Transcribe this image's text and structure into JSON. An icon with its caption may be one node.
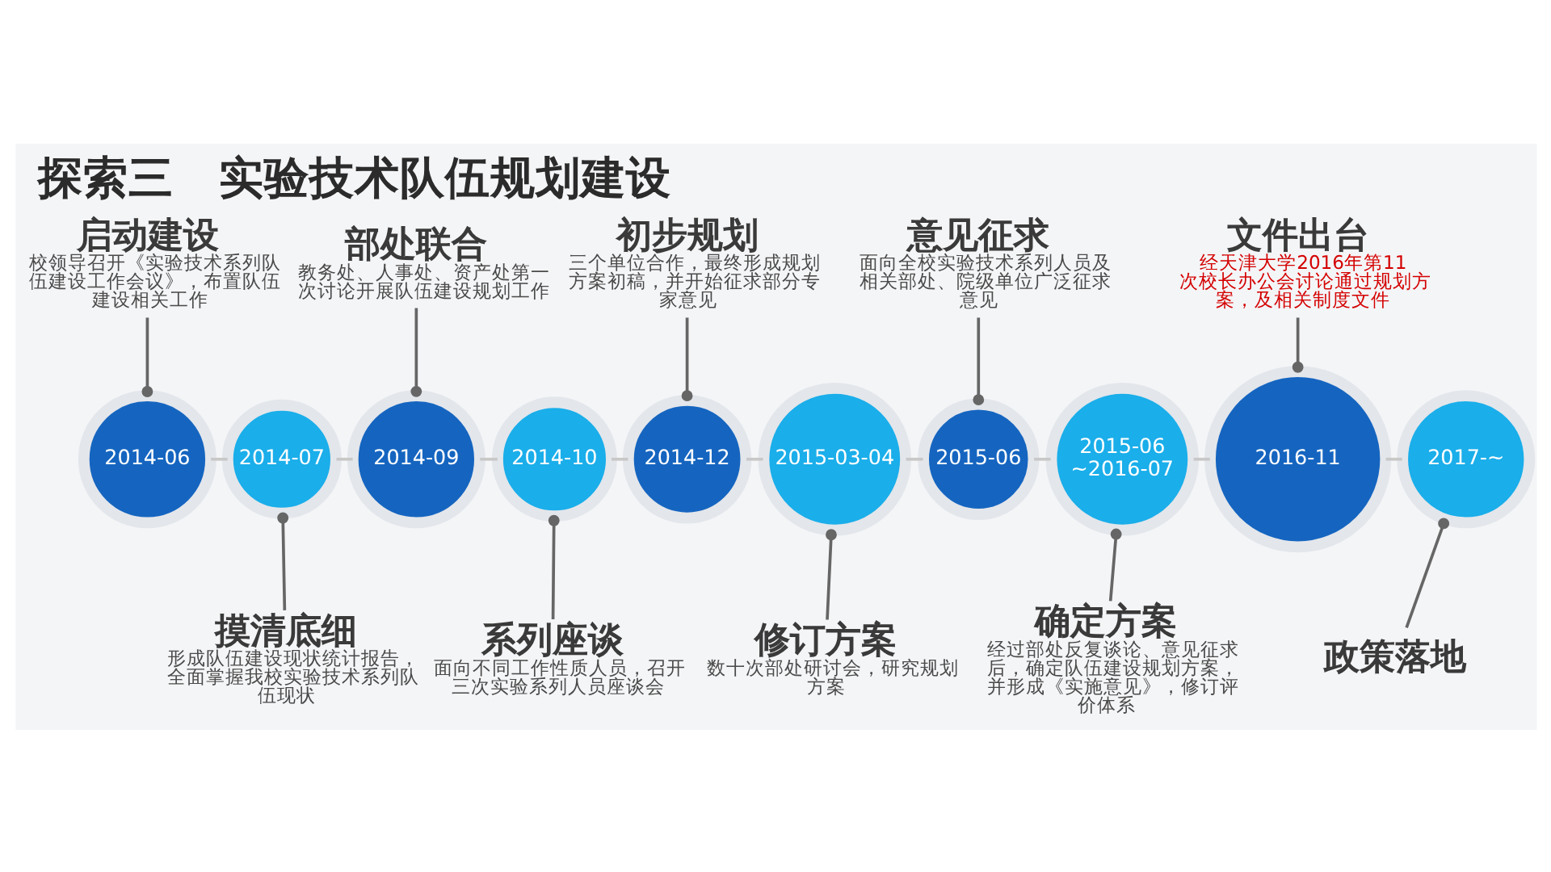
{
  "diagram": {
    "title": "探索三　实验技术队伍规划建设",
    "nodes": [
      {
        "text": [
          "2014-06"
        ]
      },
      {
        "text": [
          "2014-07"
        ]
      },
      {
        "text": [
          "2014-09"
        ]
      },
      {
        "text": [
          "2014-10"
        ]
      },
      {
        "text": [
          "2014-12"
        ]
      },
      {
        "text": [
          "2015-03-04"
        ]
      },
      {
        "text": [
          "2015-06"
        ]
      },
      {
        "text": [
          "2015-06 ~2016-07"
        ]
      },
      {
        "text": [
          "2016-11"
        ]
      },
      {
        "text": [
          "2017-~"
        ]
      },
      {
        "text": [
          "启动建设",
          "校领导召开《实验技术系列队伍建设工作会议》，布置队伍建设相关工作"
        ]
      },
      {
        "text": [
          "摸清底细",
          "形成队伍建设现状统计报告，全面掌握我校实验技术系列队伍现状"
        ]
      },
      {
        "text": [
          "部处联合",
          "教务处、人事处、资产处第一次讨论开展队伍建设规划工作"
        ]
      },
      {
        "text": [
          "系列座谈",
          "面向不同工作性质人员，召开三次实验系列人员座谈会"
        ]
      },
      {
        "text": [
          "初步规划",
          "三个单位合作，最终形成规划方案初稿，并开始征求部分专家意见"
        ]
      },
      {
        "text": [
          "修订方案",
          "数十次部处研讨会，研究规划方案"
        ]
      },
      {
        "text": [
          "意见征求",
          "面向全校实验技术系列人员及相关部处、院级单位广泛征求意见"
        ]
      },
      {
        "text": [
          "确定方案",
          "经过部处反复谈论、意见征求后，确定队伍建设规划方案，并形成《实施意见》，修订评价体系"
        ]
      },
      {
        "text": [
          "文件出台",
          "经天津大学2016年第11次校长办公会讨论通过规划方案，及相关制度文件"
        ]
      },
      {
        "text": [
          "政策落地"
        ]
      }
    ],
    "edges": [
      {
        "from": 0,
        "to": 1,
        "arrow": "none",
        "color": "#c8c8c8"
      },
      {
        "from": 1,
        "to": 2,
        "arrow": "none",
        "color": "#c8c8c8"
      },
      {
        "from": 2,
        "to": 3,
        "arrow": "none",
        "color": "#c8c8c8"
      },
      {
        "from": 3,
        "to": 4,
        "arrow": "none",
        "color": "#c8c8c8"
      },
      {
        "from": 4,
        "to": 5,
        "arrow": "none",
        "color": "#c8c8c8"
      },
      {
        "from": 5,
        "to": 6,
        "arrow": "none",
        "color": "#c8c8c8"
      },
      {
        "from": 6,
        "to": 7,
        "arrow": "none",
        "color": "#c8c8c8"
      },
      {
        "from": 7,
        "to": 8,
        "arrow": "none",
        "color": "#c8c8c8"
      },
      {
        "from": 8,
        "to": 9,
        "arrow": "none",
        "color": "#c8c8c8"
      },
      {
        "from": 10,
        "to": 0,
        "arrow": "other"
      },
      {
        "from": 11,
        "to": 1,
        "arrow": "other"
      },
      {
        "from": 12,
        "to": 2,
        "arrow": "other"
      },
      {
        "from": 13,
        "to": 3,
        "arrow": "other"
      },
      {
        "from": 14,
        "to": 4,
        "arrow": "other"
      },
      {
        "from": 15,
        "to": 5,
        "arrow": "other"
      },
      {
        "from": 16,
        "to": 6,
        "arrow": "other"
      },
      {
        "from": 17,
        "to": 7,
        "arrow": "other"
      },
      {
        "from": 18,
        "to": 8,
        "arrow": "other"
      },
      {
        "from": 19,
        "to": 9,
        "arrow": "other"
      }
    ]
  }
}
